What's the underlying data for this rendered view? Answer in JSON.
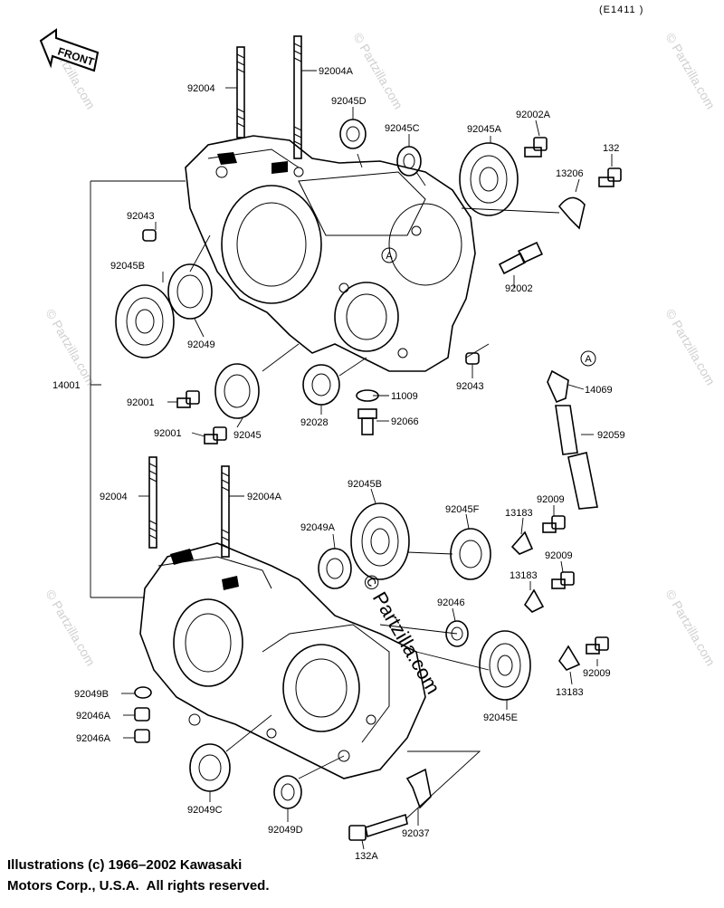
{
  "diagram_code": "(E1411 )",
  "front_arrow_label": "FRONT",
  "watermark_text": "© Partzilla.com",
  "copyright": {
    "line1": "Illustrations (c) 1966–2002 Kawasaki",
    "line2": "Motors Corp., U.S.A.  All rights reserved."
  },
  "labels": {
    "p92004_top": "92004",
    "p92004A_top": "92004A",
    "p92045D": "92045D",
    "p92045C": "92045C",
    "p92045A": "92045A",
    "p92002A": "92002A",
    "p132": "132",
    "p13206": "13206",
    "p92043_left": "92043",
    "p92045B_top": "92045B",
    "p92049": "92049",
    "p92002": "92002",
    "p14001": "14001",
    "p92001_a": "92001",
    "p92001_b": "92001",
    "p92045": "92045",
    "p92028": "92028",
    "p11009": "11009",
    "p92066": "92066",
    "p92043_right": "92043",
    "callout_a1": "A",
    "callout_a2": "A",
    "p14069": "14069",
    "p92059": "92059",
    "p92004_bot": "92004",
    "p92004A_bot": "92004A",
    "p92045B_bot": "92045B",
    "p92049A": "92049A",
    "p92045F": "92045F",
    "p13183_a": "13183",
    "p92009_a": "92009",
    "p92009_b": "92009",
    "p13183_b": "13183",
    "p92046": "92046",
    "p92049B": "92049B",
    "p92046A_a": "92046A",
    "p92046A_b": "92046A",
    "p92045E": "92045E",
    "p92009_c": "92009",
    "p13183_c": "13183",
    "p92049C": "92049C",
    "p92049D": "92049D",
    "p92037": "92037",
    "p132A": "132A"
  }
}
